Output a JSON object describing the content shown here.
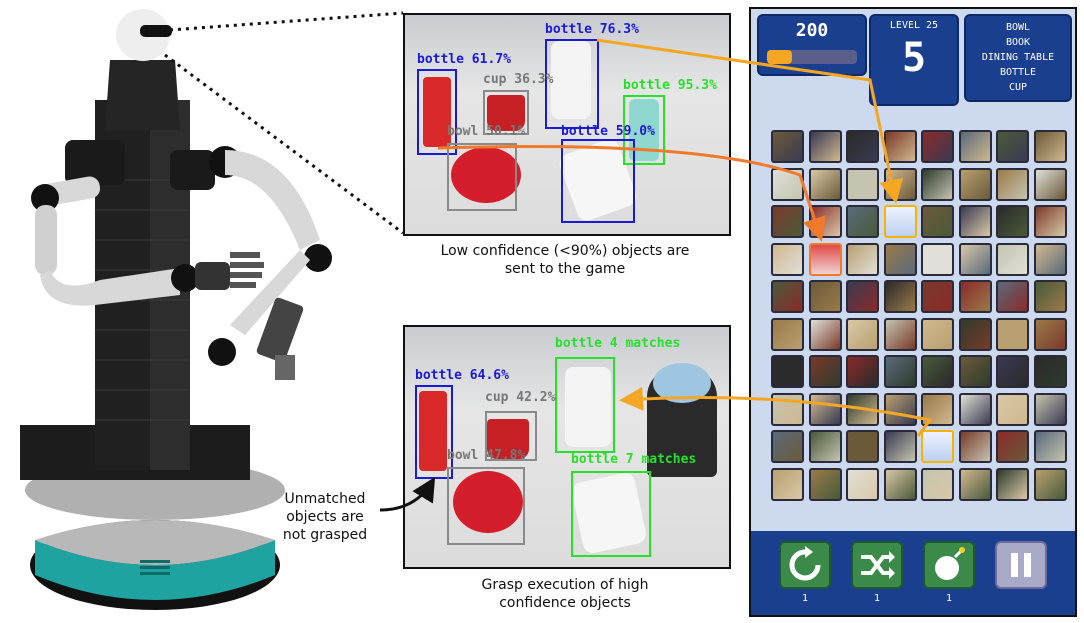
{
  "photo_top": {
    "detections": [
      {
        "label": "bottle 61.7%",
        "color": "blue"
      },
      {
        "label": "cup 36.3%",
        "color": "gray"
      },
      {
        "label": "bottle 76.3%",
        "color": "blue"
      },
      {
        "label": "bottle 95.3%",
        "color": "green"
      },
      {
        "label": "bowl 50.1%",
        "color": "gray"
      },
      {
        "label": "bottle 59.0%",
        "color": "blue"
      }
    ],
    "caption": [
      "Low confidence (<90%) objects are",
      "sent to the game"
    ]
  },
  "photo_bottom": {
    "detections": [
      {
        "label": "bottle 64.6%",
        "color": "blue"
      },
      {
        "label": "bottle 4 matches",
        "color": "green"
      },
      {
        "label": "cup 42.2%",
        "color": "gray"
      },
      {
        "label": "bowl 47.8%",
        "color": "gray"
      },
      {
        "label": "bottle 7 matches",
        "color": "green"
      }
    ],
    "caption": [
      "Grasp execution of high",
      "confidence objects"
    ]
  },
  "annotation": {
    "unmatched": [
      "Unmatched",
      "objects are",
      "not grasped"
    ]
  },
  "game": {
    "score": "200",
    "level": "LEVEL 25",
    "moves": "5",
    "targets": [
      "BOWL",
      "BOOK",
      "DINING TABLE",
      "BOTTLE",
      "CUP"
    ],
    "buttons": [
      {
        "icon": "refresh-icon",
        "count": "1"
      },
      {
        "icon": "shuffle-icon",
        "count": "1"
      },
      {
        "icon": "bomb-icon",
        "count": "1"
      },
      {
        "icon": "pause-icon",
        "count": ""
      }
    ]
  },
  "colors": {
    "arrow_yellow": "#f5a623",
    "arrow_orange": "#f07a2a",
    "game_navy": "#1b3f8f",
    "highlight_yellow": "#f5b400",
    "highlight_orange": "#f07a2a"
  }
}
